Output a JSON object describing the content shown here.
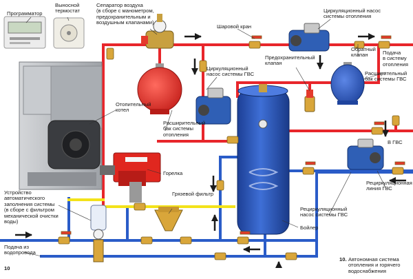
{
  "colors": {
    "hot_pipe": "#e8262b",
    "cold_pipe": "#2a5cc8",
    "yellow_pipe": "#f3e21a",
    "flow_arrow": "#1b1b1b",
    "boiler_body": "#b9bcc0",
    "boiler_front": "#3a3c40",
    "burner": "#e0271f",
    "tank": "#2750b8",
    "exp_tank_heating": "#e4312b",
    "exp_tank_dhw": "#2a58c0",
    "pump": "#2f5fb5",
    "valve_brass": "#d9a63a"
  },
  "labels": {
    "programmer": "Программатор",
    "remote_thermostat": "Выносной\nтермостат",
    "air_separator": "Сепаратор воздуха\n(в сборе с манометром,\nпредохранительным и\nвоздушным клапанами)",
    "ball_valve": "Шаровой кран",
    "heating_pump": "Циркуляционный насос\nсистемы отопления",
    "safety_valve": "Предохранительный\nклапан",
    "check_valve": "Обратный\nклапан",
    "heating_supply": "Подача\nв систему\nотопления",
    "dhw_pump": "Циркуляционный\nнасос системы ГВС",
    "dhw_exp_tank": "Расширительный\nбак системы ГВС",
    "heating_boiler": "Отопительный\nкотел",
    "heating_exp_tank": "Расширительный\nбак системы\nотопления",
    "to_dhw": "В ГВС",
    "burner": "Горелка",
    "recirc_line": "Рециркуляционная\nлиния ГВС",
    "mud_filter": "Грязевой фильтр",
    "auto_fill": "Устройство\nавтоматического\nзаполнения системы\n(в сборе с фильтром\nмеханической очистки\nводы)",
    "recirc_pump": "Рециркуляционный\nнасос системы ГВС",
    "boiler_tank": "Бойлер",
    "water_supply": "Подача из\nводопровода",
    "page_number": "10",
    "caption_number": "10.",
    "caption_text": "Автономная система\nотопления и горячего\nводоснабжения"
  }
}
